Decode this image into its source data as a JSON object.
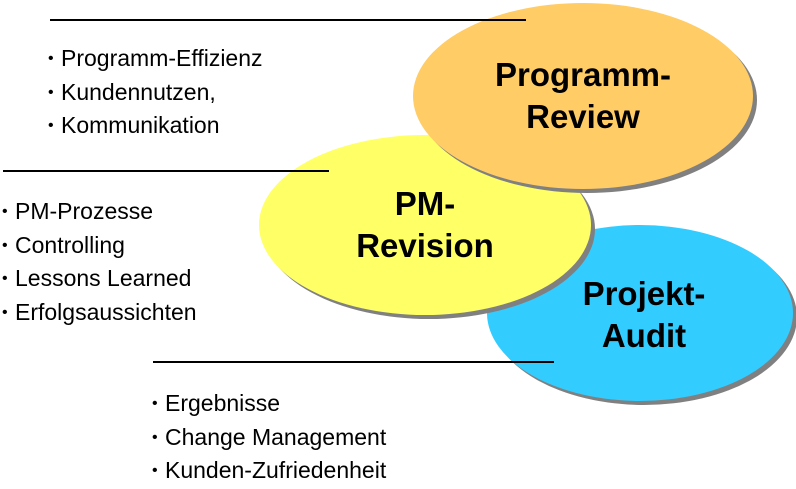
{
  "colors": {
    "programm_review": "#FFCC66",
    "pm_revision": "#FFFF66",
    "projekt_audit": "#33CCFF",
    "shadow": "#808080",
    "text": "#000000"
  },
  "ellipses": [
    {
      "id": "programm-review",
      "line1": "Programm-",
      "line2": "Review"
    },
    {
      "id": "pm-revision",
      "line1": "PM-",
      "line2": "Revision"
    },
    {
      "id": "projekt-audit",
      "line1": "Projekt-",
      "line2": "Audit"
    }
  ],
  "lists": {
    "programm_review": {
      "bullet": "•",
      "items": [
        "Programm-Effizienz",
        "Kundennutzen,",
        "Kommunikation"
      ]
    },
    "pm_revision": {
      "bullet": "•",
      "items": [
        "PM-Prozesse",
        "Controlling",
        "Lessons Learned",
        "Erfolgsaussichten"
      ]
    },
    "projekt_audit": {
      "bullet": "•",
      "items": [
        "Ergebnisse",
        "Change Management",
        "Kunden-Zufriedenheit"
      ]
    }
  }
}
